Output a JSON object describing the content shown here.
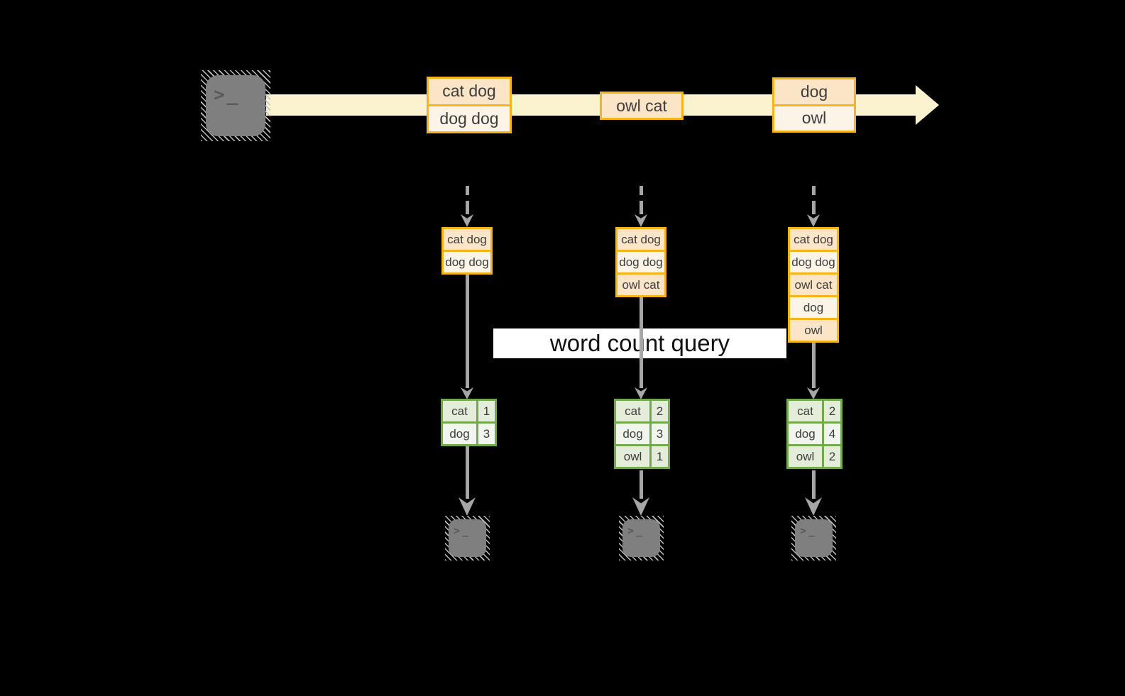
{
  "query_label": "word count query",
  "terminal": {
    "prompt_glyph": ">_"
  },
  "stream": {
    "batches": [
      {
        "lines": [
          "cat dog",
          "dog dog"
        ]
      },
      {
        "lines": [
          "owl cat"
        ]
      },
      {
        "lines": [
          "dog",
          "owl"
        ]
      }
    ]
  },
  "stacks": [
    {
      "rows": [
        "cat dog",
        "dog dog"
      ]
    },
    {
      "rows": [
        "cat dog",
        "dog dog",
        "owl cat"
      ]
    },
    {
      "rows": [
        "cat dog",
        "dog dog",
        "owl cat",
        "dog",
        "owl"
      ]
    }
  ],
  "counts": [
    {
      "rows": [
        {
          "word": "cat",
          "count": "1"
        },
        {
          "word": "dog",
          "count": "3"
        }
      ]
    },
    {
      "rows": [
        {
          "word": "cat",
          "count": "2"
        },
        {
          "word": "dog",
          "count": "3"
        },
        {
          "word": "owl",
          "count": "1"
        }
      ]
    },
    {
      "rows": [
        {
          "word": "cat",
          "count": "2"
        },
        {
          "word": "dog",
          "count": "4"
        },
        {
          "word": "owl",
          "count": "2"
        }
      ]
    }
  ],
  "colors": {
    "background": "#000000",
    "stream_band": "#fbf2cf",
    "box_border": "#f5b41a",
    "box_fill_dark": "#fce4c7",
    "box_fill_light": "#fdf4e8",
    "table_border": "#73a94b",
    "table_fill_dark": "#e4edda",
    "table_fill_light": "#f1f5ed",
    "arrow_gray": "#a6a6a6",
    "terminal_gray": "#7f7f7f",
    "terminal_glyph": "#5a5a5a",
    "hatch_gray": "#c0c0c0",
    "text_dark": "#3d3d3d",
    "query_bg": "#ffffff",
    "query_text": "#111111"
  }
}
